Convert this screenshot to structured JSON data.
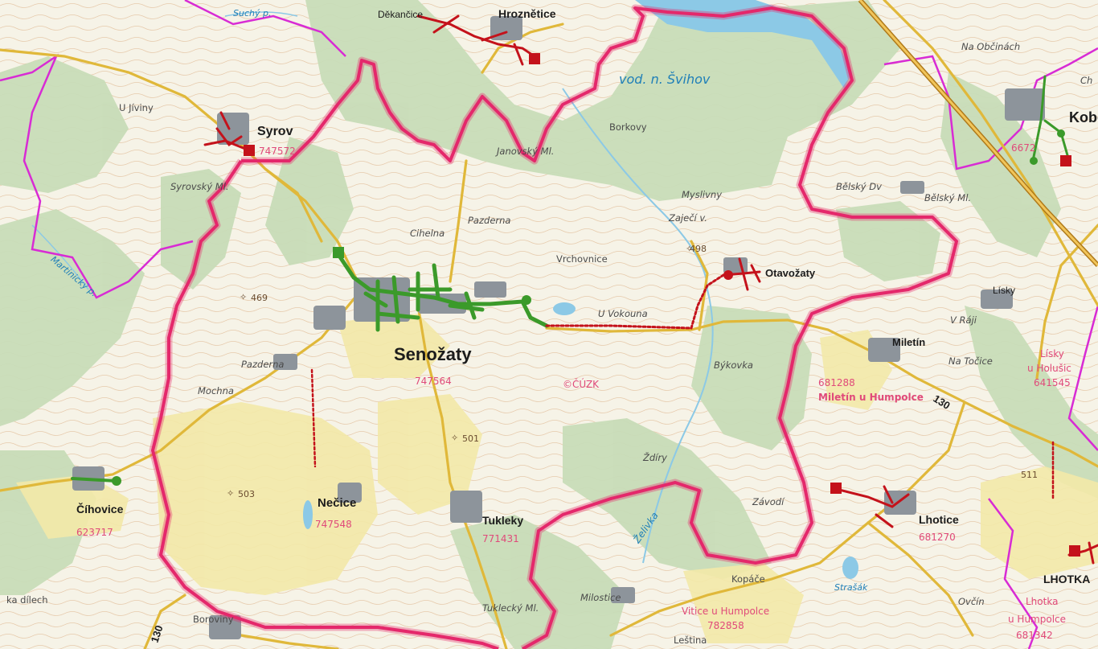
{
  "map": {
    "colors": {
      "paper": "#f6f3e7",
      "forest": "#c8dcb8",
      "forest_dark": "#b3cfa4",
      "field_yellow": "#f3e9a8",
      "road": "#e0b83a",
      "cadastre_boundary": "#e4286b",
      "district_boundary": "#d82bd4",
      "water": "#8cc9e6",
      "network_green": "#3b9a2a",
      "network_red": "#c4121b",
      "settlement": "#8d949b",
      "contour": "#e2bf9c"
    },
    "icons": {
      "network_endpoint_green": "circle-node-icon",
      "network_endpoint_red": "square-node-icon",
      "spot_height": "cross-diamond-icon"
    },
    "places": {
      "hroznetice": "Hroznětice",
      "dekancice": "Děkančice",
      "syrov": "Syrov",
      "senozaty": "Senožaty",
      "otavozaty": "Otavožaty",
      "miletin": "Miletín",
      "lhotice": "Lhotice",
      "lisky": "Lísky",
      "cihovice": "Číhovice",
      "necice": "Nečice",
      "tukleky": "Tukleky",
      "kobe": "Kobe",
      "lhotka": "LHOTKA",
      "ujiviny": "U Jíviny",
      "borkovy": "Borkovy",
      "myslivny": "Myslivny",
      "cihelna": "Cihelna",
      "pazderna_n": "Pazderna",
      "vrchovnice": "Vrchovnice",
      "pazderna_w": "Pazderna",
      "mochna": "Mochna",
      "bykovka": "Býkovka",
      "zdiry": "Ždíry",
      "zavodi": "Závodí",
      "kopace": "Kopáče",
      "milostice": "Milostice",
      "boroviny": "Boroviny",
      "lestina": "Leština",
      "bilsky_dvur": "Bělský Dv",
      "belsky_ml": "Bělský Ml.",
      "syrovsky_ml": "Syrovský Ml.",
      "janovsky_ml": "Janovský Ml.",
      "tuklecky_ml": "Tuklecký Ml.",
      "u_vokouna": "U Vokouna",
      "v_raji": "V Ráji",
      "na_tocice": "Na Točice",
      "na_obcinach": "Na Občinách",
      "ovcin": "Ovčín",
      "ka_dilech": "ka dílech",
      "zajeci": "Zaječí v.",
      "ch": "Ch"
    },
    "water_labels": {
      "reservoir": "vod. n. Švihov",
      "zelivka": "Želivka",
      "suchy": "Suchý p.",
      "martinicky": "Martinický p.",
      "strasak": "Strašák"
    },
    "heights": {
      "h469": "469",
      "h498": "498",
      "h501": "501",
      "h503": "503",
      "h511": "511"
    },
    "cadastral": {
      "syrov_code": "747572",
      "senozaty_code": "747564",
      "necice_code": "747548",
      "tukleky_code": "771431",
      "cihovice_code": "623717",
      "miletin_code": "681288",
      "miletin_name": "Miletín u Humpolce",
      "lisky_name": "Lísky",
      "lisky_name2": "u Holušic",
      "lisky_code": "641545",
      "lhotice_code": "681270",
      "kobe_code": "6672",
      "vitice_name": "Vitice u Humpolce",
      "vitice_code": "782858",
      "lhotka_name": "Lhotka",
      "lhotka_name2": "u Humpolce",
      "lhotka_code": "681342"
    },
    "roads": {
      "r130a": "130",
      "r130b": "130"
    },
    "credit": "©ČÚZK"
  }
}
